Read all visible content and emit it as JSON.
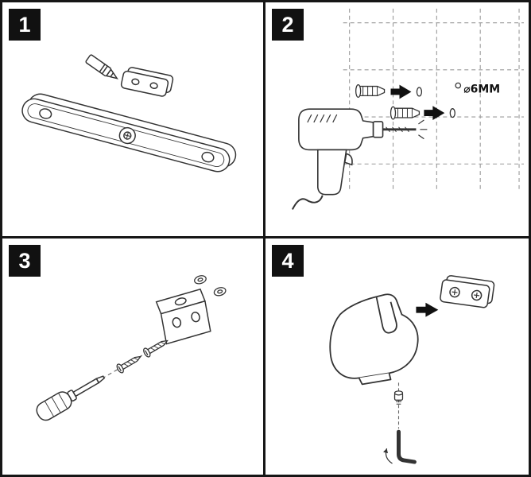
{
  "colors": {
    "ink": "#333333",
    "badge_background": "#111111",
    "badge_text": "#ffffff",
    "wall_grid": "#9a9a9a"
  },
  "steps": [
    {
      "number": "1",
      "illustration": "rail-and-pencil-marking"
    },
    {
      "number": "2",
      "illustration": "drill-wall-and-insert-anchors",
      "annotation": "⌀6MM"
    },
    {
      "number": "3",
      "illustration": "fasten-bracket-with-screwdriver"
    },
    {
      "number": "4",
      "illustration": "mount-hook-plate-and-hex-key"
    }
  ]
}
